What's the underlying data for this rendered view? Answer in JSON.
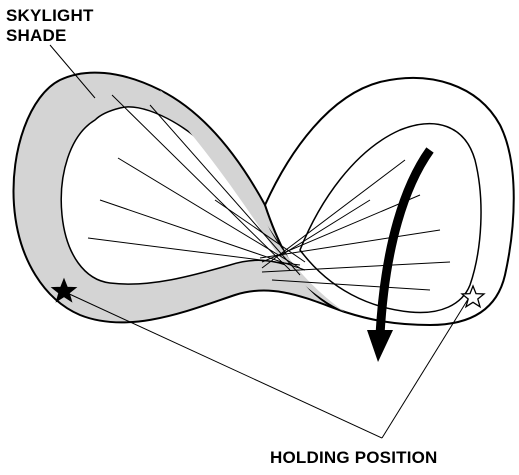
{
  "labels": {
    "skylight_line1": "SKYLIGHT",
    "skylight_line2": "SHADE",
    "holding_position": "HOLDING POSITION"
  },
  "colors": {
    "ink": "#000000",
    "shade_fill": "#d4d4d4",
    "background": "#ffffff"
  },
  "icons": {
    "filled_star": "filled-star-icon",
    "outline_star": "outline-star-icon",
    "direction_arrow": "curved-arrow-icon"
  }
}
